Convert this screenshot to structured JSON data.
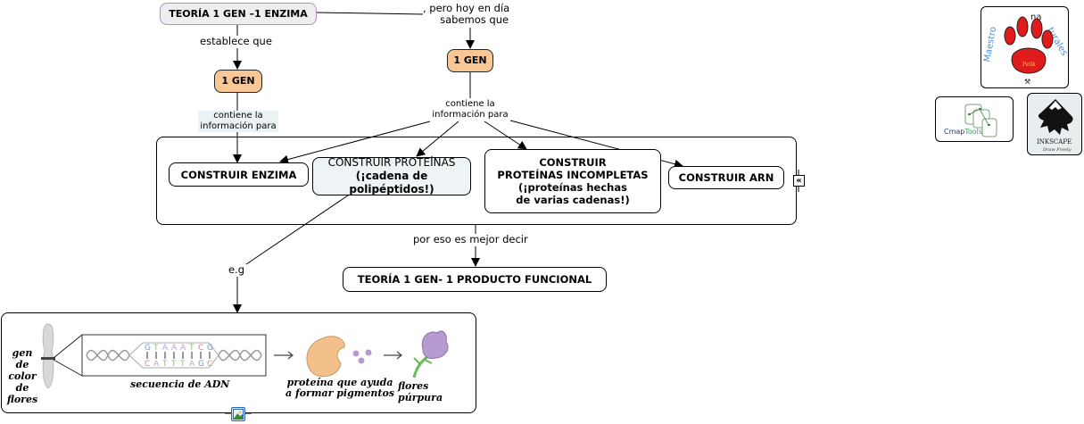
{
  "nodes": {
    "teoria_1gen_1enzima": "TEORÍA 1 GEN –1 ENZIMA",
    "gen_left": "1 GEN",
    "gen_right": "1 GEN",
    "construir_enzima": "CONSTRUIR ENZIMA",
    "construir_proteinas_line1": "CONSTRUIR PROTEÍNAS",
    "construir_proteinas_line2": "(¡cadena de polipéptidos!)",
    "proteinas_incompletas_line1": "CONSTRUIR",
    "proteinas_incompletas_line2": "PROTEÍNAS INCOMPLETAS",
    "proteinas_incompletas_line3": "(¡proteínas hechas",
    "proteinas_incompletas_line4": "de varias cadenas!)",
    "construir_arn": "CONSTRUIR ARN",
    "teoria_producto_funcional": "TEORÍA 1 GEN- 1 PRODUCTO FUNCIONAL"
  },
  "links": {
    "establece_que": "establece que",
    "pero_hoy_line1": ", pero hoy en día",
    "pero_hoy_line2": "sabemos que",
    "contiene_left_line1": "contiene la",
    "contiene_left_line2": "información para",
    "contiene_right_line1": "contiene la",
    "contiene_right_line2": "información para",
    "por_eso": "por eso es mejor decir",
    "eg": "e.g"
  },
  "illustration": {
    "gen_label_line1": "gen de",
    "gen_label_line2": "color",
    "gen_label_line3": "de flores",
    "dna_top": [
      "G",
      "T",
      "A",
      "A",
      "A",
      "T",
      "C",
      "G"
    ],
    "dna_bottom": [
      "C",
      "A",
      "T",
      "T",
      "T",
      "A",
      "G",
      "C"
    ],
    "dna_caption": "secuencia de ADN",
    "protein_caption_line1": "proteína que ayuda",
    "protein_caption_line2": "a formar pigmentos",
    "flower_caption": "flores púrpura",
    "base_colors": {
      "G": "#5aa0d8",
      "T": "#8fc27a",
      "A": "#c49ad8",
      "C": "#e07f7f"
    }
  },
  "logos": {
    "maestro_text": "Maestro de naturales",
    "cmaptools": "CmapTools",
    "inkscape": "INKSCAPE",
    "inkscape_tagline": "Draw Freely"
  },
  "controls": {
    "collapse_icon": "«",
    "image_icon": "image-icon"
  },
  "colors": {
    "gen_fill": "#f9c696",
    "title_border": "#b48ecf",
    "protein_fill": "#eef3f6"
  }
}
